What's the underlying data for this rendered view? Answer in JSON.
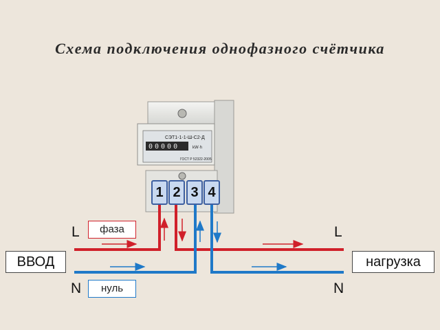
{
  "title": "Схема подключения однофазного счётчика",
  "input_label": "ВВОД",
  "load_label": "нагрузка",
  "phase_label": "фаза",
  "neutral_label": "нуль",
  "left_L": "L",
  "left_N": "N",
  "right_L": "L",
  "right_N": "N",
  "meter": {
    "model": "СЭТ1-1-1-Ш-С2-Д",
    "display": "00000",
    "unit": "kW·h",
    "gost": "ГОСТ Р 52322-2005"
  },
  "terminals": [
    "1",
    "2",
    "3",
    "4"
  ],
  "colors": {
    "phase": "#d0202a",
    "neutral": "#1f79c8",
    "background": "#ede6dc"
  }
}
